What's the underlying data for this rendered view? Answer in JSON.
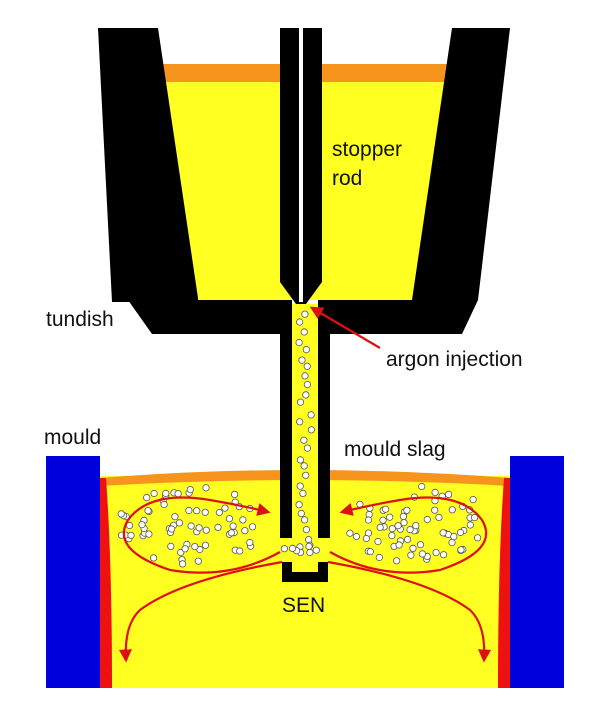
{
  "labels": {
    "stopper_rod_line1": "stopper",
    "stopper_rod_line2": "rod",
    "tundish": "tundish",
    "argon_injection": "argon injection",
    "mould": "mould",
    "mould_slag": "mould slag",
    "sen": "SEN"
  },
  "colors": {
    "steel": "#ffff22",
    "refractory": "#000000",
    "slag": "#f7941d",
    "mould_wall": "#0000dd",
    "solid_shell": "#ee1111",
    "flow_arrow": "#dd1111",
    "bubble": "#ffffff"
  }
}
